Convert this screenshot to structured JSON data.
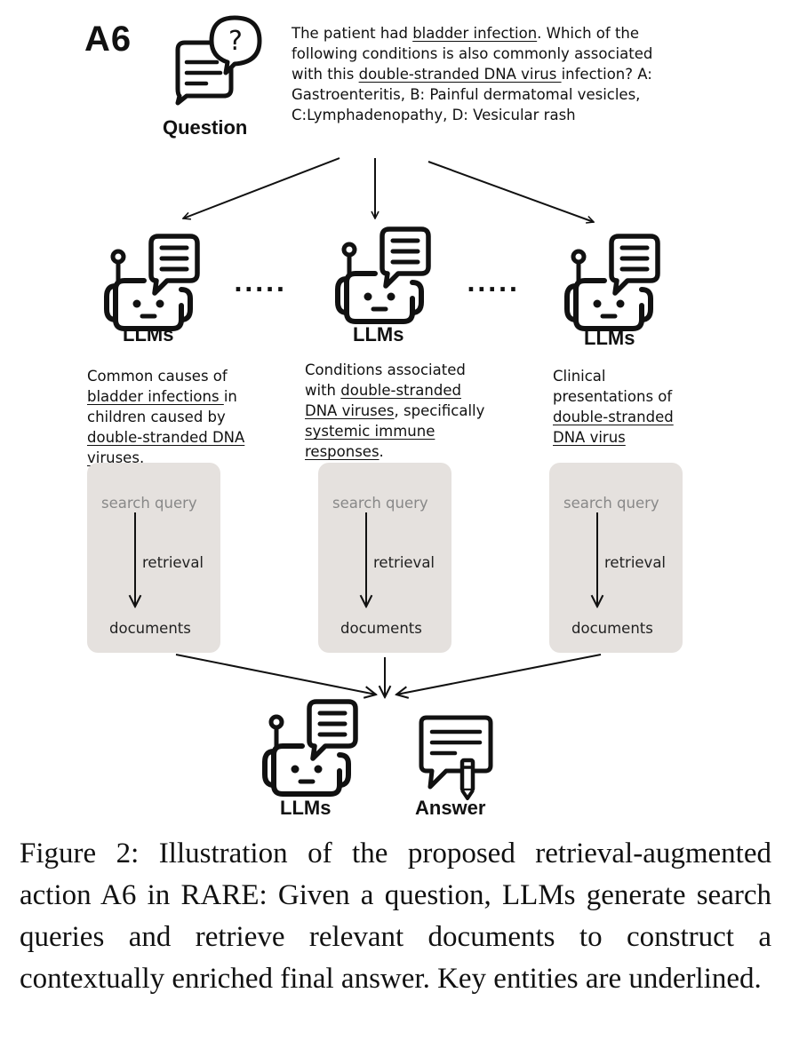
{
  "header": {
    "label": "A6",
    "question_label": "Question"
  },
  "question": {
    "segments": [
      {
        "text": "The patient had ",
        "u": false
      },
      {
        "text": "bladder infection",
        "u": true
      },
      {
        "text": ". Which of the following conditions is also commonly associated with this ",
        "u": false
      },
      {
        "text": "double-stranded DNA virus ",
        "u": true
      },
      {
        "text": "infection? A: Gastroenteritis, B: Painful dermatomal vesicles, C:Lymphadenopathy, D: Vesicular rash",
        "u": false
      }
    ]
  },
  "agents": {
    "label": "LLMs",
    "separator": ".....",
    "columns": [
      {
        "segments": [
          {
            "text": "Common causes of ",
            "u": false
          },
          {
            "text": "bladder infections ",
            "u": true
          },
          {
            "text": "in children caused by ",
            "u": false
          },
          {
            "text": "double-stranded DNA viruses",
            "u": true
          },
          {
            "text": ".",
            "u": false
          }
        ]
      },
      {
        "segments": [
          {
            "text": "Conditions associated with ",
            "u": false
          },
          {
            "text": "double-stranded DNA viruses",
            "u": true
          },
          {
            "text": ", specifically ",
            "u": false
          },
          {
            "text": "systemic immune responses",
            "u": true
          },
          {
            "text": ".",
            "u": false
          }
        ]
      },
      {
        "segments": [
          {
            "text": "Clinical presentations of ",
            "u": false
          },
          {
            "text": "double-stranded DNA virus",
            "u": true
          }
        ]
      }
    ]
  },
  "retrieval_box": {
    "query": "search query",
    "step": "retrieval",
    "docs": "documents"
  },
  "final": {
    "llm_label": "LLMs",
    "answer_label": "Answer"
  },
  "caption": "Figure 2:  Illustration of the proposed retrieval-augmented action A6 in RARE: Given a question, LLMs generate search queries and retrieve relevant documents to construct a contextually enriched final answer. Key entities are underlined."
}
